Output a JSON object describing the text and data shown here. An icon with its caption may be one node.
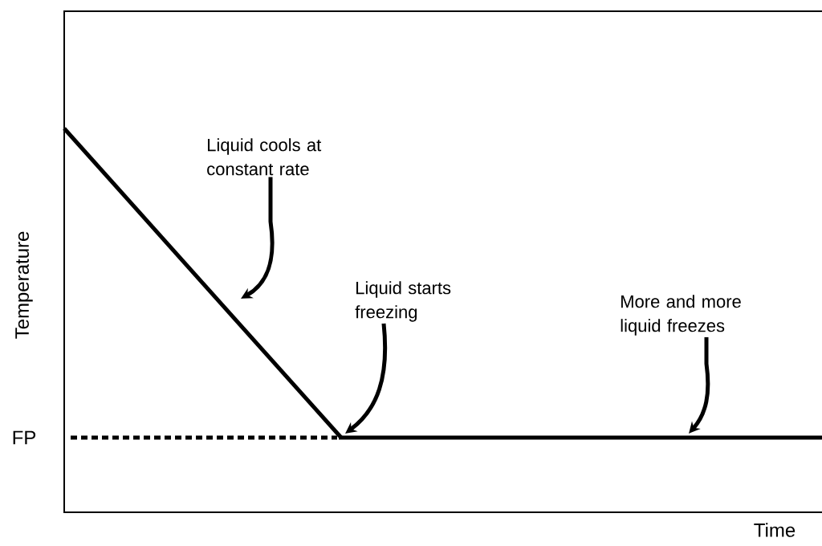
{
  "diagram": {
    "nodes": [
      {
        "text": [
          "Liquid cools at constant rate"
        ]
      },
      {
        "text": [
          "Liquid starts freezing"
        ]
      },
      {
        "text": [
          "More and more liquid freezes"
        ]
      }
    ],
    "edges": [
      {
        "from": 0,
        "to": null,
        "arrow": "to"
      },
      {
        "from": 1,
        "to": null,
        "arrow": "to"
      },
      {
        "from": 2,
        "to": null,
        "arrow": "to"
      }
    ],
    "labels": [
      "Temperature",
      "FP",
      "Time"
    ]
  }
}
